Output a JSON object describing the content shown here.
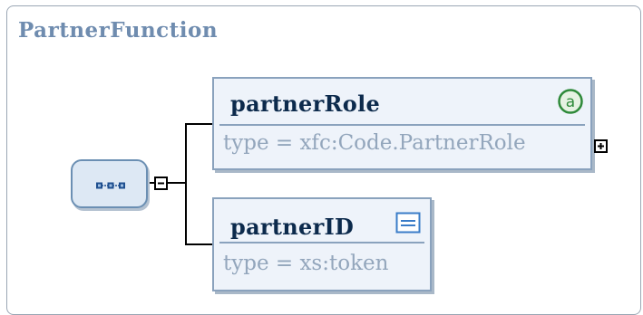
{
  "diagram": {
    "title": "PartnerFunction",
    "compositor": {
      "kind": "sequence",
      "icon": "sequence-compositor-icon",
      "toggle": "collapse-minus-icon"
    },
    "elements": [
      {
        "name": "partnerRole",
        "type_text": "type = xfc:Code.PartnerRole",
        "badge_icon": "attributes-icon",
        "badge_text": "a",
        "expand_icon": "expand-plus-icon"
      },
      {
        "name": "partnerID",
        "type_text": "type = xs:token",
        "badge_icon": "documentation-icon"
      }
    ],
    "colors": {
      "title": "#6f8caf",
      "box_fill": "#eef3fa",
      "box_border": "#8aa2bd",
      "name_text": "#0c2a4c",
      "type_text": "#93a6bc",
      "badge_green": "#2f8a3a",
      "doc_blue": "#3a7cc8"
    }
  }
}
